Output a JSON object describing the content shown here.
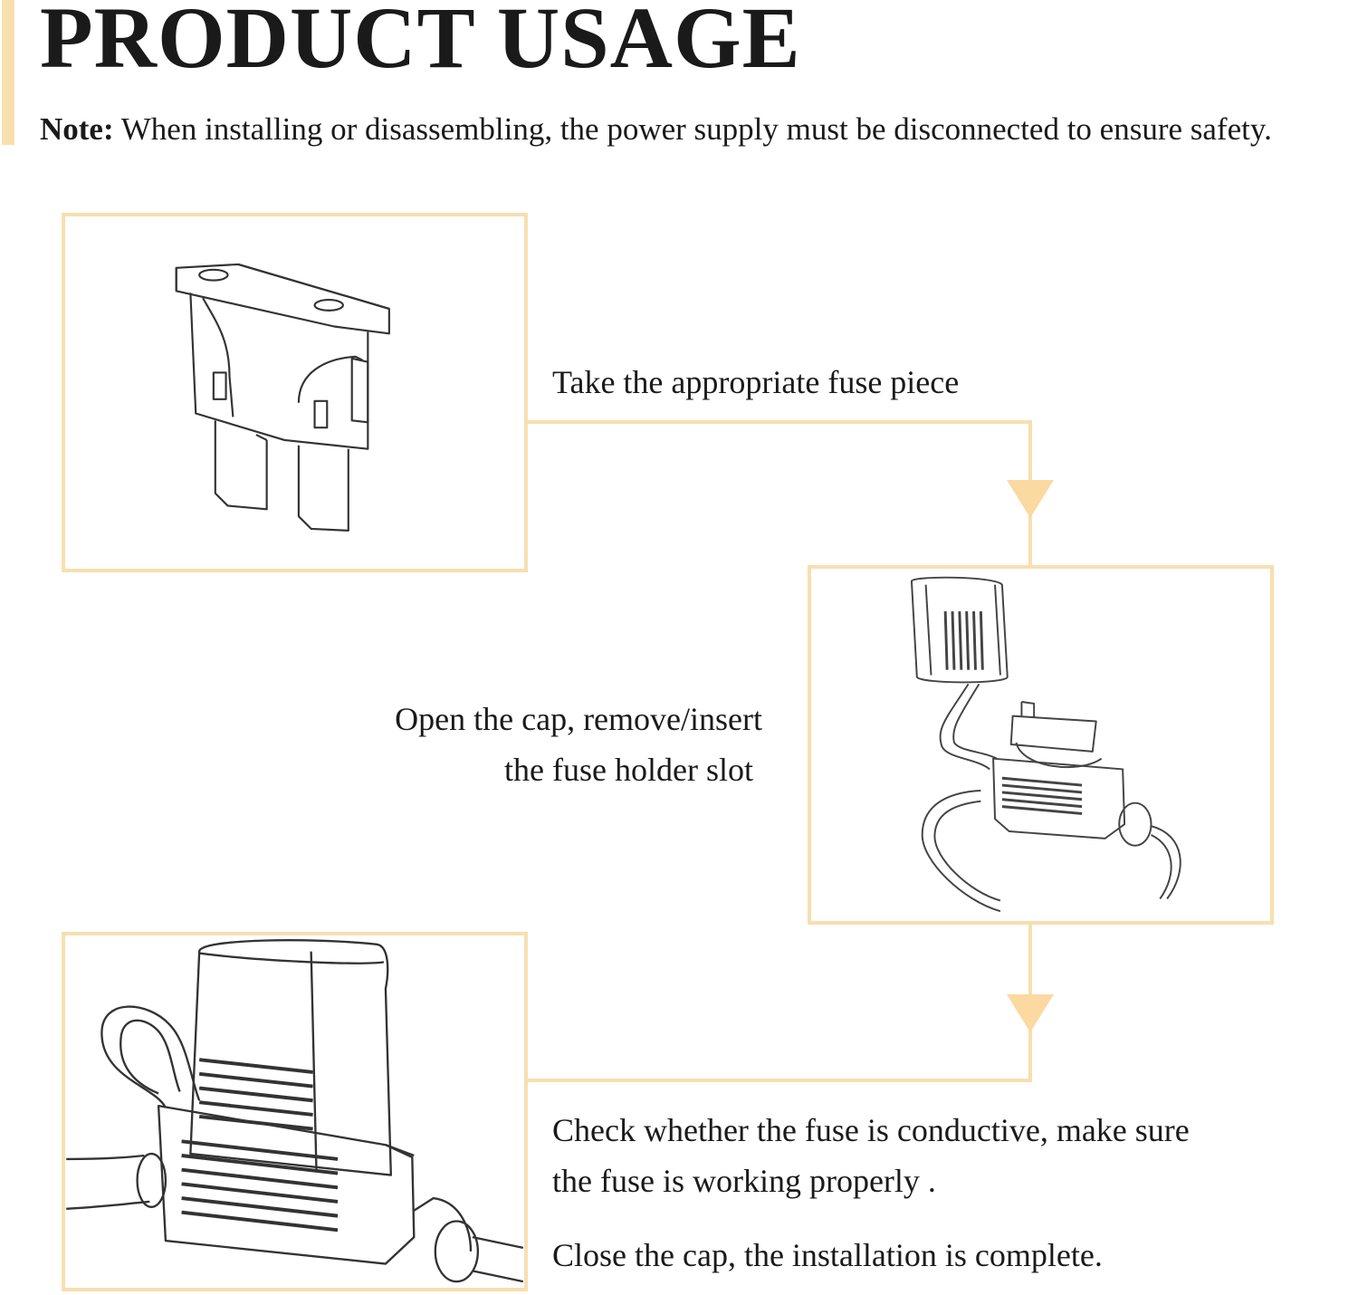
{
  "header": {
    "title": "PRODUCT USAGE",
    "note_label": "Note:",
    "note_text": "When installing or disassembling, the power supply must be disconnected to ensure safety."
  },
  "steps": [
    {
      "text_lines": [
        "Take the appropriate fuse piece"
      ],
      "image": "blade-fuse-illustration"
    },
    {
      "text_lines": [
        "Open the cap, remove/insert",
        "the fuse holder slot"
      ],
      "image": "fuse-holder-open-illustration"
    },
    {
      "text_lines": [
        "Check whether the fuse is conductive, make sure",
        "the fuse is working properly .",
        "Close the cap, the installation is complete."
      ],
      "image": "fuse-holder-closed-illustration"
    }
  ],
  "colors": {
    "accent": "#f7dfb0",
    "arrow": "#fbd9a0",
    "line_art": "#333333",
    "text": "#1a1a1a"
  }
}
